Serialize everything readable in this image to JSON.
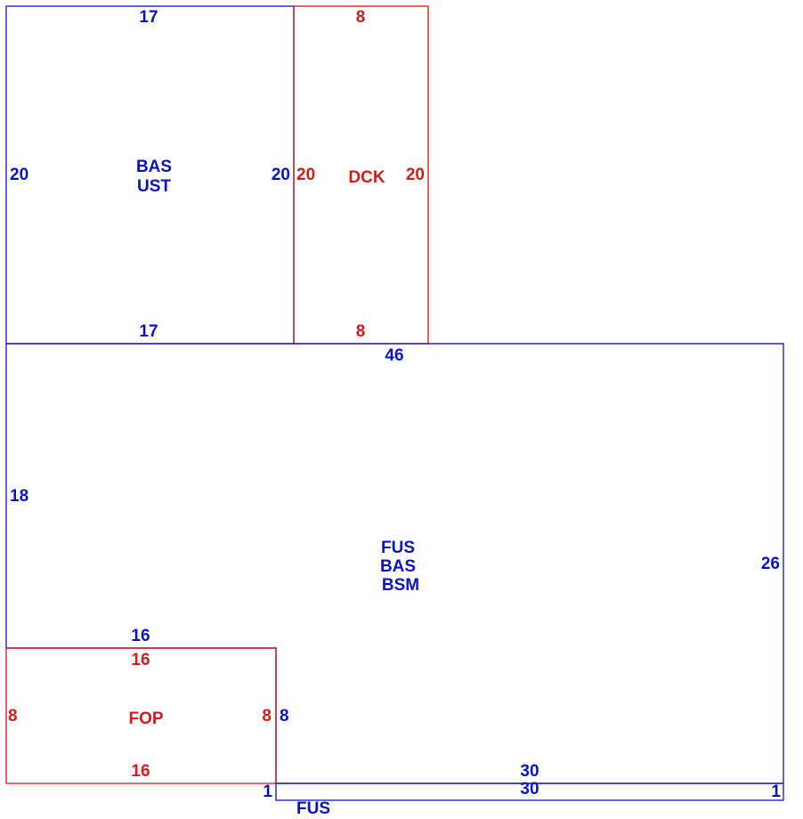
{
  "colors": {
    "living_area": "#0a14c8",
    "attached_area": "#d91a1a"
  },
  "sections": {
    "bas_ust": {
      "code_line1": "BAS",
      "code_line2": "UST",
      "top": "17",
      "bottom": "17",
      "left": "20",
      "right": "20"
    },
    "dck": {
      "code": "DCK",
      "top": "8",
      "bottom": "8",
      "left": "20",
      "right": "20"
    },
    "main": {
      "code_line1": "FUS",
      "code_line2": "BAS",
      "code_line3": "BSM",
      "top": "46",
      "left": "18",
      "right": "26",
      "inner_top": "16",
      "inner_right": "8"
    },
    "fop": {
      "code": "FOP",
      "top": "16",
      "bottom": "16",
      "left": "8",
      "right": "8"
    },
    "fus_strip": {
      "code": "FUS",
      "top": "30",
      "bottom": "30",
      "left": "1",
      "right": "1"
    }
  }
}
